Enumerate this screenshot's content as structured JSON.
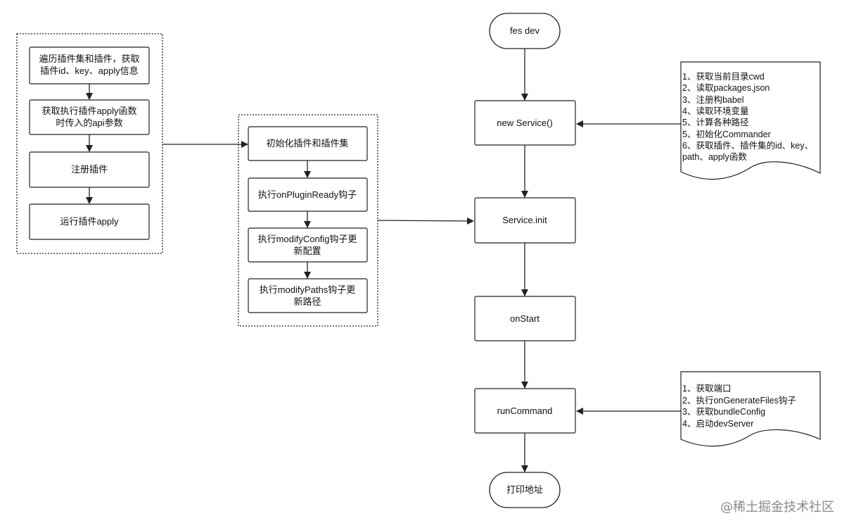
{
  "main_flow": {
    "start": "fes dev",
    "new_service": "new Service()",
    "service_init": "Service.init",
    "on_start": "onStart",
    "run_command": "runCommand",
    "end": "打印地址"
  },
  "plugin_group": {
    "steps": [
      [
        "遍历插件集和插件，获取",
        "插件id、key、apply信息"
      ],
      [
        "获取执行插件apply函数",
        "时传入的api参数"
      ],
      [
        "注册插件"
      ],
      [
        "运行插件apply"
      ]
    ]
  },
  "init_group": {
    "steps": [
      [
        "初始化插件和插件集"
      ],
      [
        "执行onPluginReady钩子"
      ],
      [
        "执行modifyConfig钩子更",
        "新配置"
      ],
      [
        "执行modifyPaths钩子更",
        "新路径"
      ]
    ]
  },
  "notes": {
    "service_note": [
      "1、获取当前目录cwd",
      "2、读取packages.json",
      "3、注册构babel",
      "4、读取环境变量",
      "5、计算各种路径",
      "5、初始化Commander",
      "6、获取插件、插件集的id、key、",
      "path、apply函数"
    ],
    "run_note": [
      "1、获取端口",
      "2、执行onGenerateFiles钩子",
      "3、获取bundleConfig",
      "4、启动devServer"
    ]
  },
  "watermark": "@稀土掘金技术社区"
}
